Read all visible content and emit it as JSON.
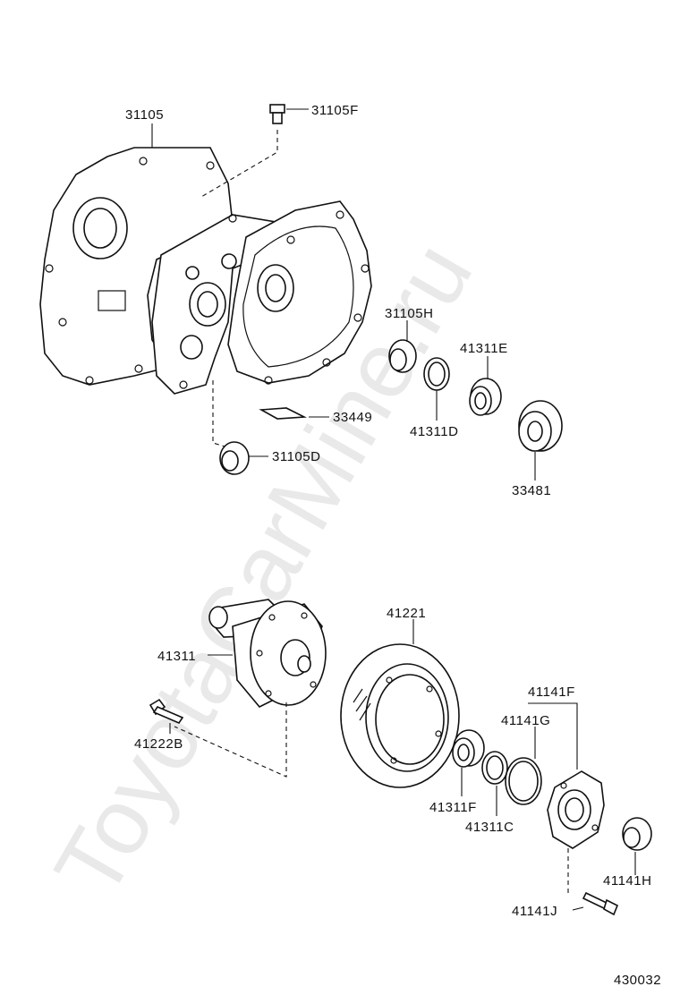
{
  "watermark": "ToyotaCarMine.ru",
  "diagram_code": "430032",
  "parts": {
    "p31105": "31105",
    "p31105F": "31105F",
    "p31105H": "31105H",
    "p41311E": "41311E",
    "p41311D": "41311D",
    "p33449": "33449",
    "p31105D": "31105D",
    "p33481": "33481",
    "p41221": "41221",
    "p41311": "41311",
    "p41141F": "41141F",
    "p41141G": "41141G",
    "p41222B": "41222B",
    "p41311F": "41311F",
    "p41311C": "41311C",
    "p41141H": "41141H",
    "p41141J": "41141J"
  }
}
